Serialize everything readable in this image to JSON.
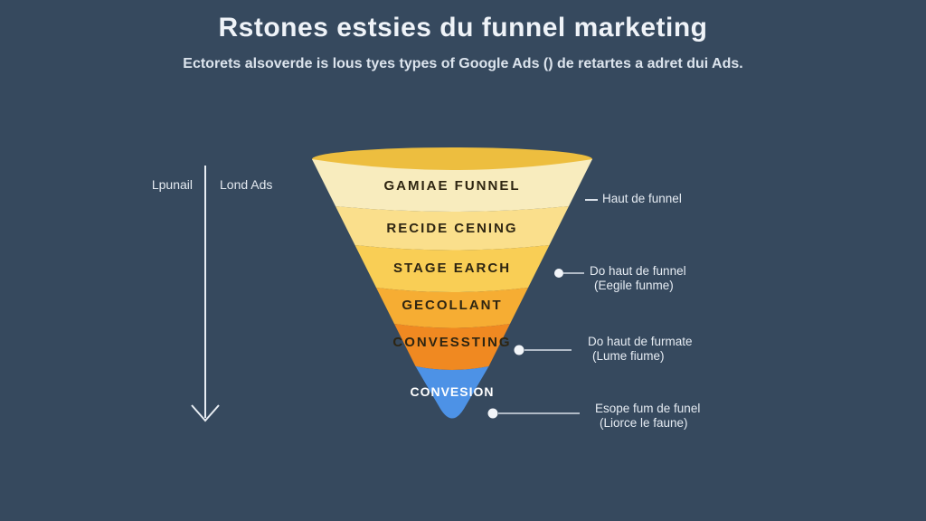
{
  "title": "Rstones estsies du funnel marketing",
  "subtitle": "Ectorets alsoverde is lous tyes types of Google Ads () de retartes a adret dui Ads.",
  "left_axis": {
    "label_left": "Lpunail",
    "label_right": "Lond Ads",
    "arrow_direction": "down",
    "arrow_color": "#E8EDF3"
  },
  "funnel": {
    "rim_color": "#EDBE3F",
    "layers": [
      {
        "label": "GAMIAE FUNNEL",
        "color": "#F8ECBE"
      },
      {
        "label": "RECIDE CENING",
        "color": "#FADF8C"
      },
      {
        "label": "STAGE EARCH",
        "color": "#F9CE55"
      },
      {
        "label": "GECOLLANT",
        "color": "#F6AD33"
      },
      {
        "label": "CONVESSTING",
        "color": "#F08921"
      },
      {
        "label": "CONVESION",
        "color": "#4D92E6"
      }
    ]
  },
  "annotations": [
    {
      "line1": "Haut de funnel",
      "line2": ""
    },
    {
      "line1": "Do haut de funnel",
      "line2": "(Eegile funme)"
    },
    {
      "line1": "Do haut de furmate",
      "line2": "(Lume fiume)"
    },
    {
      "line1": "Esope fum de funel",
      "line2": "(Liorce le faune)"
    }
  ],
  "colors": {
    "background": "#36495E",
    "title_text": "#EFF3F8",
    "subtitle_text": "#DCE4ED",
    "funnel_label_text": "#2E2512",
    "conversion_label_text": "#FFFFFF",
    "connector": "#D9E0E9",
    "dot": "#F2F5F9"
  }
}
